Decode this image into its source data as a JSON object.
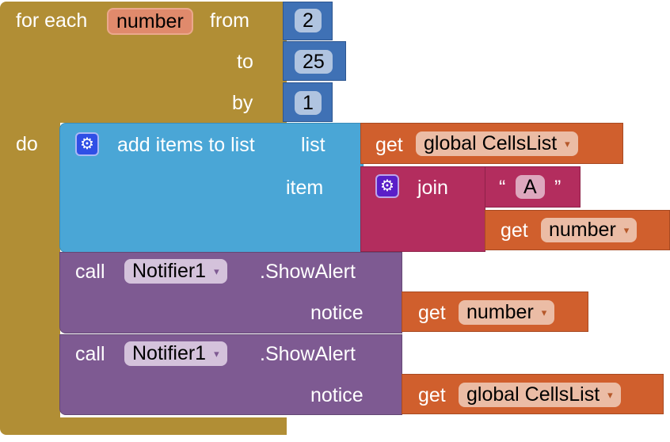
{
  "for_each": {
    "label": "for each",
    "variable": "number",
    "from_label": "from",
    "to_label": "to",
    "by_label": "by",
    "do_label": "do",
    "from_value": "2",
    "to_value": "25",
    "by_value": "1"
  },
  "add_items": {
    "label": "add items to list",
    "list_label": "list",
    "item_label": "item",
    "list_get": "get",
    "list_var": "global CellsList"
  },
  "join": {
    "label": "join",
    "open_quote": "“",
    "text": "A",
    "close_quote": "”",
    "get": "get",
    "var": "number"
  },
  "calls": [
    {
      "call": "call",
      "component": "Notifier1",
      "method": ".ShowAlert",
      "arg": "notice",
      "get": "get",
      "var": "number"
    },
    {
      "call": "call",
      "component": "Notifier1",
      "method": ".ShowAlert",
      "arg": "notice",
      "get": "get",
      "var": "global CellsList"
    }
  ],
  "dropdown_arrow": "▾",
  "icons": {
    "mutator": "gear-icon"
  }
}
